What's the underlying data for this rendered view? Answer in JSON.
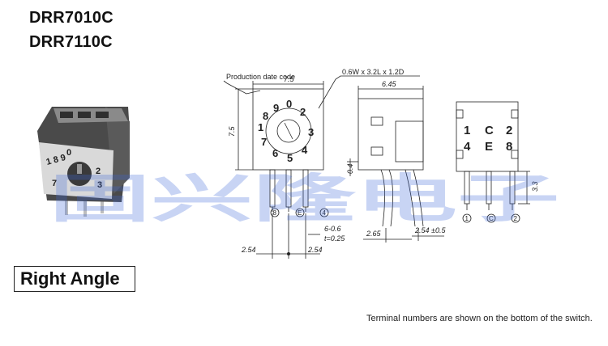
{
  "titles": [
    "DRR7010C",
    "DRR7110C"
  ],
  "orientation_label": "Right Angle",
  "footnote": "Terminal numbers are shown on the bottom of the switch.",
  "front_view": {
    "callout_date_code": "Production date code",
    "callout_pin_size": "0.6W x 3.2L x 1.2D",
    "width_dim": "7.5",
    "height_dim": "7.5",
    "dial_digits": [
      "1",
      "8",
      "9",
      "0",
      "2",
      "3",
      "4",
      "5",
      "6",
      "7"
    ],
    "pins": [
      "8",
      "E",
      "4"
    ],
    "pin_dim": "6-0.6",
    "thickness_dim": "t=0.25",
    "pitch_left": "2.54",
    "pitch_right": "2.54"
  },
  "side_view": {
    "width_dim": "6.45",
    "height_dim": "0.4",
    "offset_dim": "2.65",
    "pitch_dim": "2.54 ±0.5"
  },
  "rear_view": {
    "labels": [
      "1",
      "C",
      "2",
      "4",
      "E",
      "8"
    ],
    "pins": [
      "1",
      "C",
      "2"
    ],
    "height_dim": "3.3"
  },
  "watermark": "固兴隆电子",
  "colors": {
    "watermark": "#3d68d8",
    "switch_body": "#6e6e6e",
    "switch_face": "#d9d9d9"
  }
}
